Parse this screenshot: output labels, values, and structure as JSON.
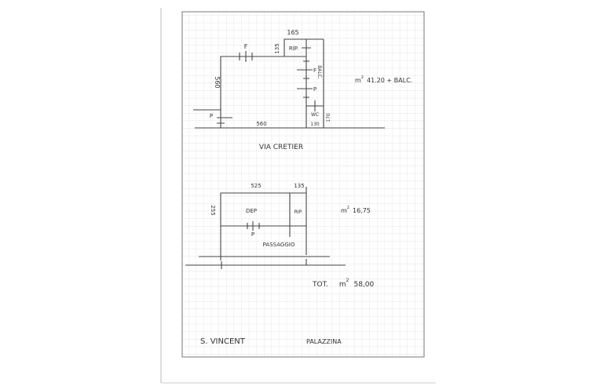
{
  "colors": {
    "paper": "#ffffff",
    "grid": "#d9d9d9",
    "ink": "#3a3a3a"
  },
  "upper_plan": {
    "dim_top": "165",
    "dim_rip_height": "135",
    "rip_label": "RIP.",
    "balcony_label": "BALC.",
    "window_top": "F",
    "window_right": "F",
    "door_right": "P",
    "dim_left": "560",
    "door_left": "P",
    "dim_bottom": "560",
    "wc_label": "WC",
    "dim_wc_width": "130",
    "dim_wc_height": "170",
    "area_unit": "m",
    "area_exp": "2",
    "area_value": "41.20 + BALC.",
    "street": "VIA CRETIER"
  },
  "lower_plan": {
    "dim_dep_width": "525",
    "dim_rip_width": "135",
    "dim_height": "255",
    "dep_label": "DEP",
    "rip_label": "RIP.",
    "door": "P",
    "passage": "PASSAGGIO",
    "area_unit": "m",
    "area_exp": "2",
    "area_value": "16,75"
  },
  "total": {
    "label": "TOT.",
    "unit": "m",
    "exp": "2",
    "value": "58,00"
  },
  "footer": {
    "location": "S. VINCENT",
    "building": "PALAZZINA"
  }
}
